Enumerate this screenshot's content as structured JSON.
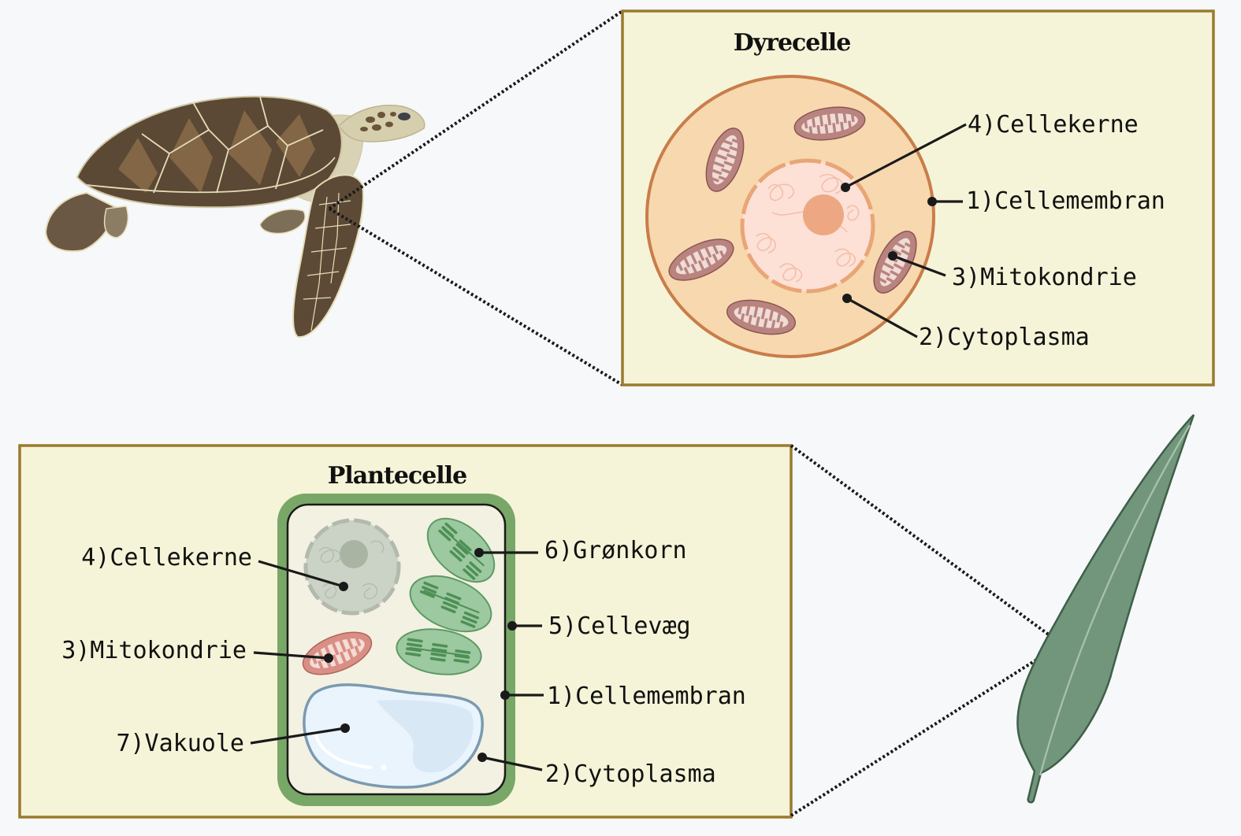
{
  "animal_cell": {
    "title": "Dyrecelle",
    "source_organism": "sea turtle",
    "labels": {
      "nucleus": "4)Cellekerne",
      "membrane": "1)Cellemembran",
      "mitochondrion": "3)Mitokondrie",
      "cytoplasm": "2)Cytoplasma"
    }
  },
  "plant_cell": {
    "title": "Plantecelle",
    "source_organism": "leaf",
    "labels": {
      "nucleus": "4)Cellekerne",
      "mitochondrion": "3)Mitokondrie",
      "vacuole": "7)Vakuole",
      "chloroplast": "6)Grønkorn",
      "cell_wall": "5)Cellevæg",
      "membrane": "1)Cellemembran",
      "cytoplasm": "2)Cytoplasma"
    }
  },
  "colors": {
    "background": "#f6f8fa",
    "panel_fill": "#f5f4d8",
    "panel_border": "#9a7a2c",
    "animal_cytoplasm": "#f7d8af",
    "animal_membrane": "#c97d4a",
    "animal_nucleus": "#fde0d6",
    "mitochondrion": "#b9847f",
    "plant_wall": "#79a767",
    "plant_cytoplasm": "#f3f1e2",
    "chloroplast": "#9cc9a0",
    "vacuole": "#eaf4fd",
    "leaf": "#72967c"
  }
}
